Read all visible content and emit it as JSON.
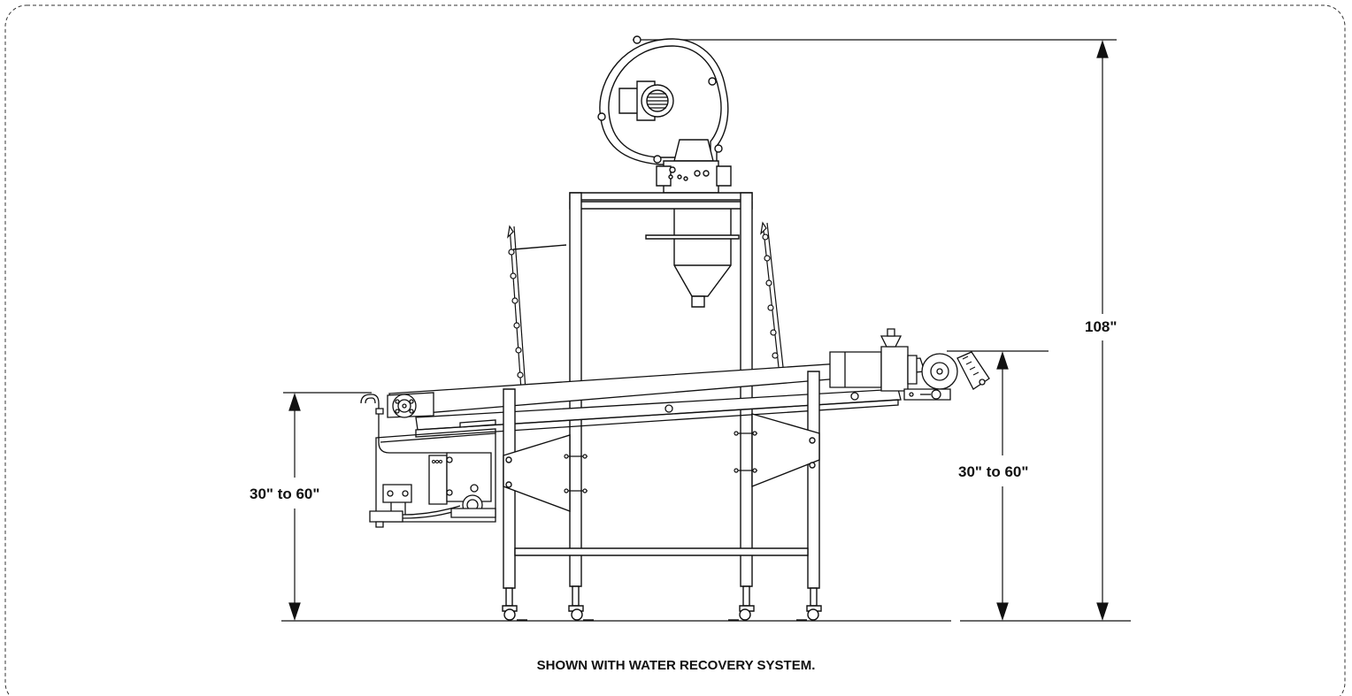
{
  "dimensions": {
    "overall_height": "108\"",
    "left_height": "30\" to 60\"",
    "right_height": "30\" to 60\""
  },
  "caption": "SHOWN WITH WATER RECOVERY SYSTEM."
}
